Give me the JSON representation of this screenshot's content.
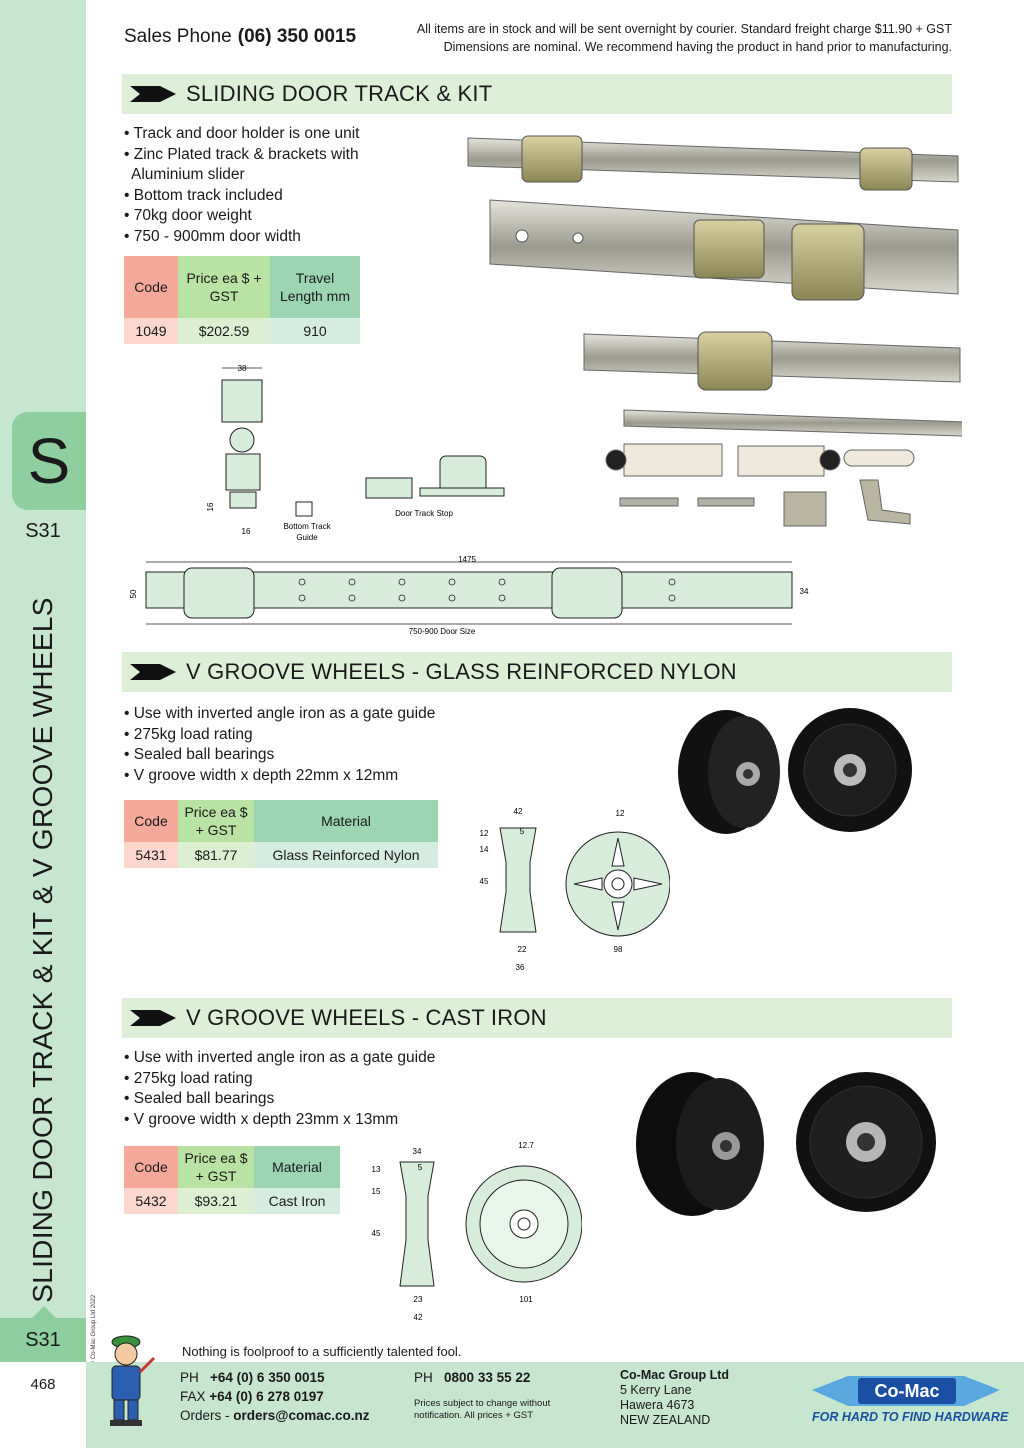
{
  "header": {
    "sales_phone_label": "Sales Phone",
    "sales_phone_number": "(06) 350 0015",
    "notice_line1": "All items are in stock and will be sent overnight by courier. Standard freight charge $11.90 + GST",
    "notice_line2": "Dimensions are nominal. We recommend having the product in hand prior to manufacturing."
  },
  "sidebar": {
    "section_letter": "S",
    "section_code": "S31",
    "vertical_title": "SLIDING DOOR TRACK & KIT & V GROOVE WHEELS",
    "copyright": "© Co-Mac Group Ltd 2022",
    "page_number": "468"
  },
  "sections": [
    {
      "title": "SLIDING DOOR TRACK & KIT",
      "bullets": [
        "• Track and door holder is one unit",
        "• Zinc Plated track & brackets with",
        "  Aluminium slider",
        "• Bottom track included",
        "• 70kg door weight",
        "• 750 - 900mm door width"
      ],
      "table": {
        "headers": [
          "Code",
          "Price ea $ + GST",
          "Travel Length mm"
        ],
        "rows": [
          [
            "1049",
            "$202.59",
            "910"
          ]
        ]
      },
      "drawing_labels": {
        "width": "38",
        "bottom_h": "16",
        "bottom_w": "16",
        "bottom_track": "Bottom Track",
        "guide": "Guide",
        "door_track_stop": "Door Track Stop",
        "length": "1475",
        "height": "50",
        "height2": "34",
        "door_size": "750-900 Door Size"
      }
    },
    {
      "title": "V GROOVE WHEELS - GLASS REINFORCED NYLON",
      "bullets": [
        "• Use with inverted angle iron as a gate guide",
        "• 275kg load rating",
        "• Sealed ball bearings",
        "• V groove width x depth 22mm x 12mm"
      ],
      "table": {
        "headers": [
          "Code",
          "Price ea $ + GST",
          "Material"
        ],
        "rows": [
          [
            "5431",
            "$81.77",
            "Glass Reinforced Nylon"
          ]
        ]
      },
      "drawing_labels": {
        "top_w": "42",
        "groove": "5",
        "d12": "12",
        "d14": "14",
        "d45": "45",
        "bore": "22",
        "hub": "36",
        "rim": "12",
        "dia": "98"
      }
    },
    {
      "title": "V GROOVE WHEELS - CAST IRON",
      "bullets": [
        "• Use with inverted angle iron as a gate guide",
        "• 275kg load rating",
        "• Sealed ball bearings",
        "• V groove width x depth 23mm x 13mm"
      ],
      "table": {
        "headers": [
          "Code",
          "Price ea $ + GST",
          "Material"
        ],
        "rows": [
          [
            "5432",
            "$93.21",
            "Cast Iron"
          ]
        ]
      },
      "drawing_labels": {
        "top_w": "34",
        "groove": "5",
        "d13": "13",
        "d15": "15",
        "d45": "45",
        "bore": "23",
        "hub": "42",
        "rim": "12.7",
        "dia": "101"
      }
    }
  ],
  "footer": {
    "quote": "Nothing is foolproof to a sufficiently talented fool.",
    "ph_label": "PH",
    "ph_number": "+64 (0) 6 350 0015",
    "fax_label": "FAX",
    "fax_number": "+64 (0) 6 278 0197",
    "orders_label": "Orders -",
    "orders_email": "orders@comac.co.nz",
    "ph2_label": "PH",
    "ph2_number": "0800 33 55 22",
    "disclaimer_line1": "Prices subject to change without",
    "disclaimer_line2": "notification. All prices + GST",
    "company": "Co-Mac Group Ltd",
    "address1": "5 Kerry Lane",
    "address2": "Hawera 4673",
    "address3": "NEW ZEALAND",
    "logo_text": "Co-Mac",
    "tagline": "FOR HARD TO FIND HARDWARE"
  },
  "colors": {
    "band": "#c6e6cf",
    "tab": "#8fcf9f",
    "section_bg": "#deefd8",
    "code_header": "#f4a99a",
    "price_header": "#b9e3a4",
    "other_header": "#9dd5b2",
    "logo_blue": "#1a4fa3"
  }
}
